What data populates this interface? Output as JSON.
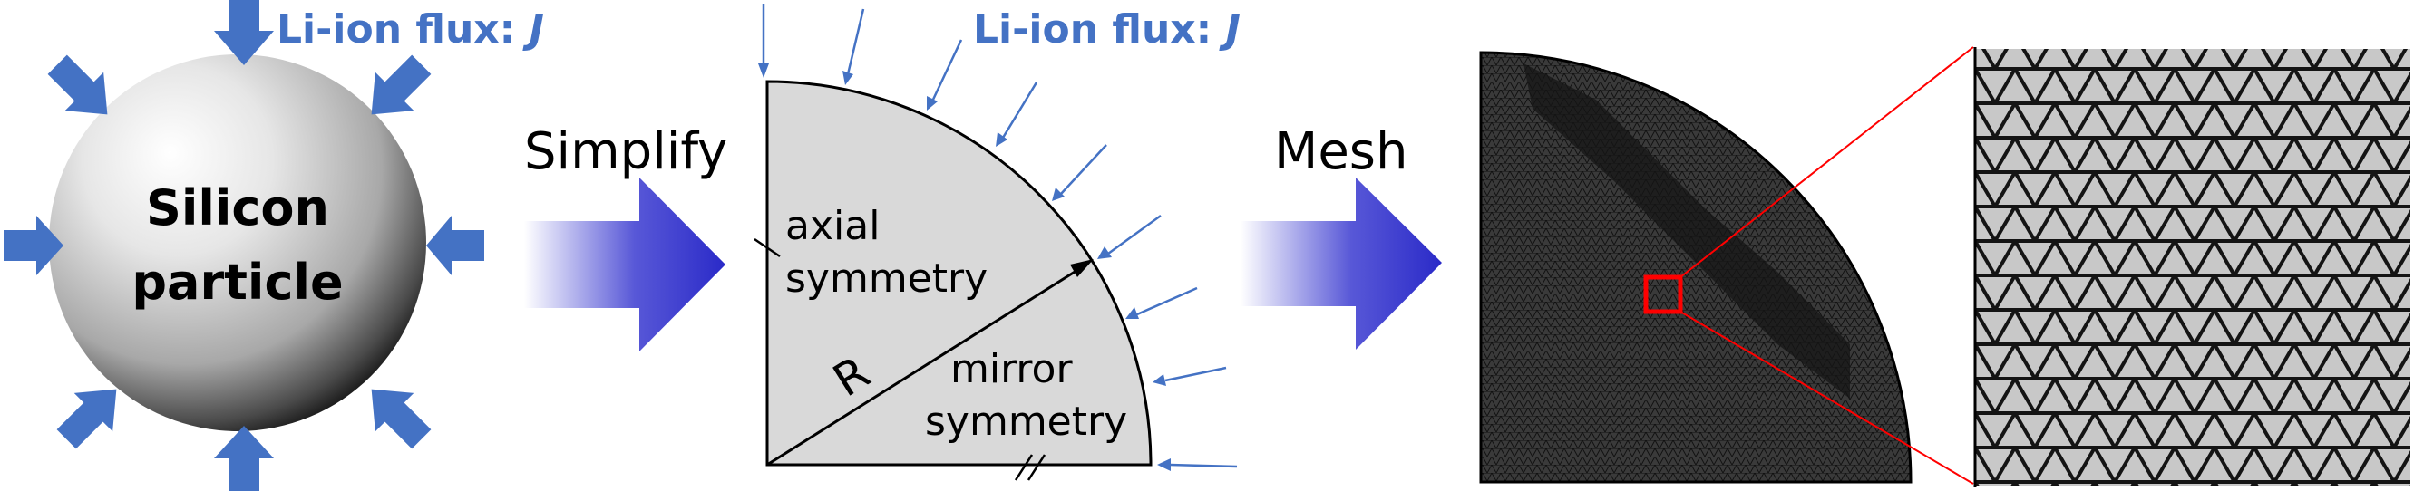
{
  "panel1": {
    "particle_label_line1": "Silicon",
    "particle_label_line2": "particle",
    "flux_prefix": "Li-ion flux: ",
    "flux_symbol": "J"
  },
  "step1": {
    "label": "Simplify"
  },
  "panel2": {
    "flux_prefix": "Li-ion flux: ",
    "flux_symbol": "J",
    "axial_line1": "axial",
    "axial_line2": "symmetry",
    "mirror_line1": "mirror",
    "mirror_line2": "symmetry",
    "radius_label": "R"
  },
  "step2": {
    "label": "Mesh"
  },
  "colors": {
    "flux_arrow": "#4472c4",
    "step_arrow": "#3a3ad0",
    "zoom_box": "#ff0000",
    "domain_fill": "#d9d9d9"
  }
}
